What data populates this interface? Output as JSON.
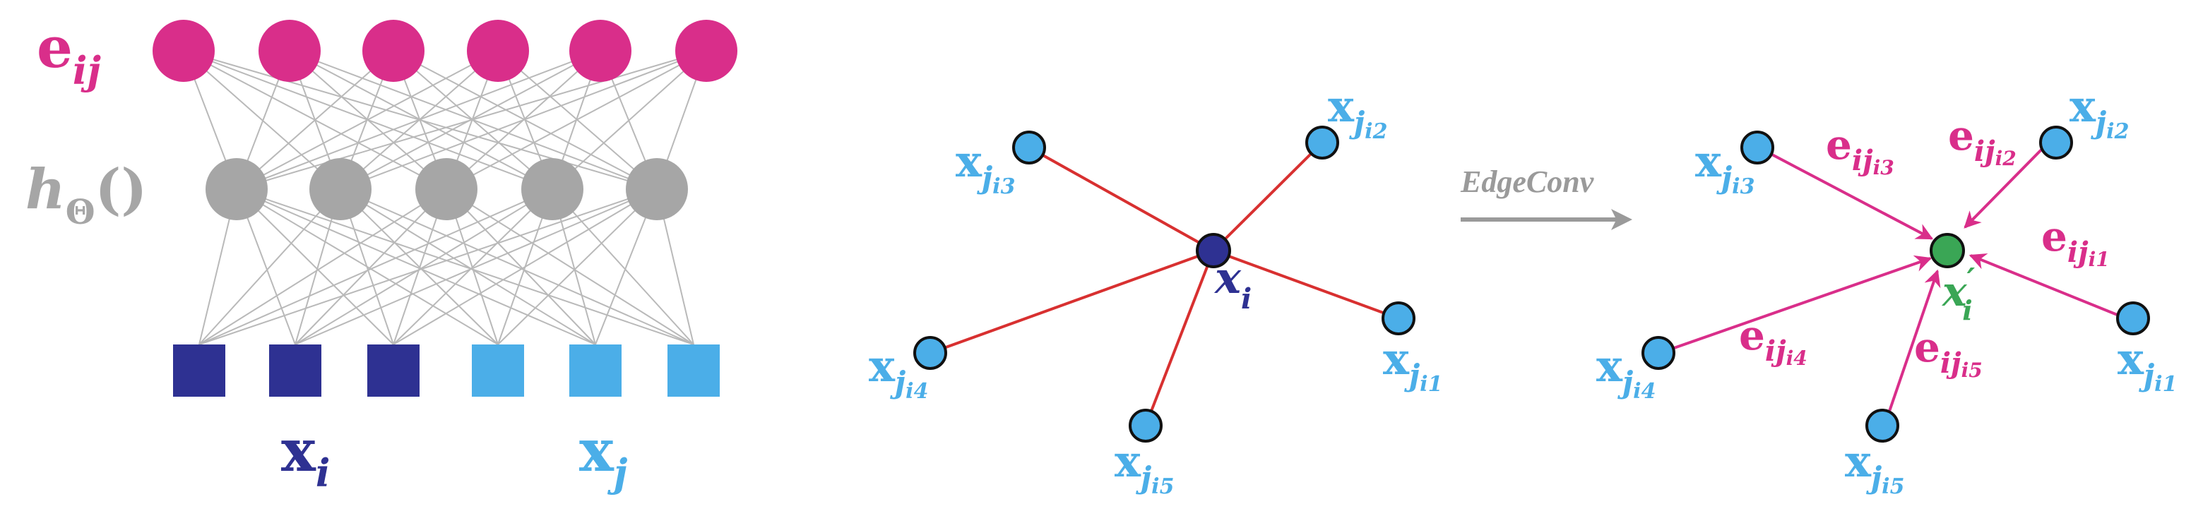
{
  "colors": {
    "magenta": "#d92e8a",
    "gray": "#a6a6a6",
    "dark_blue": "#2e3192",
    "light_blue": "#4baee8",
    "green": "#3aa655",
    "red": "#d83030",
    "arrow_gray": "#9a9a9a"
  },
  "panel_a": {
    "label_eij": {
      "main": "e",
      "sub": "ij"
    },
    "label_h": {
      "main": "h",
      "sub": "Θ",
      "suffix": "()"
    },
    "label_xi": {
      "main": "x",
      "sub": "i"
    },
    "label_xj": {
      "main": "x",
      "sub": "j"
    }
  },
  "panel_b": {
    "center_label": {
      "main": "x",
      "sub": "i"
    },
    "neighbors": [
      {
        "id": "j1",
        "main": "x",
        "sub": "j",
        "subsub": "i1"
      },
      {
        "id": "j2",
        "main": "x",
        "sub": "j",
        "subsub": "i2"
      },
      {
        "id": "j3",
        "main": "x",
        "sub": "j",
        "subsub": "i3"
      },
      {
        "id": "j4",
        "main": "x",
        "sub": "j",
        "subsub": "i4"
      },
      {
        "id": "j5",
        "main": "x",
        "sub": "j",
        "subsub": "i5"
      }
    ]
  },
  "transition": {
    "label": "EdgeConv"
  },
  "panel_c": {
    "center_label": {
      "main": "x",
      "prime": "′",
      "sub": "i"
    },
    "neighbors": [
      {
        "id": "j1",
        "main": "x",
        "sub": "j",
        "subsub": "i1"
      },
      {
        "id": "j2",
        "main": "x",
        "sub": "j",
        "subsub": "i2"
      },
      {
        "id": "j3",
        "main": "x",
        "sub": "j",
        "subsub": "i3"
      },
      {
        "id": "j4",
        "main": "x",
        "sub": "j",
        "subsub": "i4"
      },
      {
        "id": "j5",
        "main": "x",
        "sub": "j",
        "subsub": "i5"
      }
    ],
    "edge_labels": [
      {
        "id": "e1",
        "main": "e",
        "sub": "ij",
        "subsub": "i1"
      },
      {
        "id": "e2",
        "main": "e",
        "sub": "ij",
        "subsub": "i2"
      },
      {
        "id": "e3",
        "main": "e",
        "sub": "ij",
        "subsub": "i3"
      },
      {
        "id": "e4",
        "main": "e",
        "sub": "ij",
        "subsub": "i4"
      },
      {
        "id": "e5",
        "main": "e",
        "sub": "ij",
        "subsub": "i5"
      }
    ]
  }
}
